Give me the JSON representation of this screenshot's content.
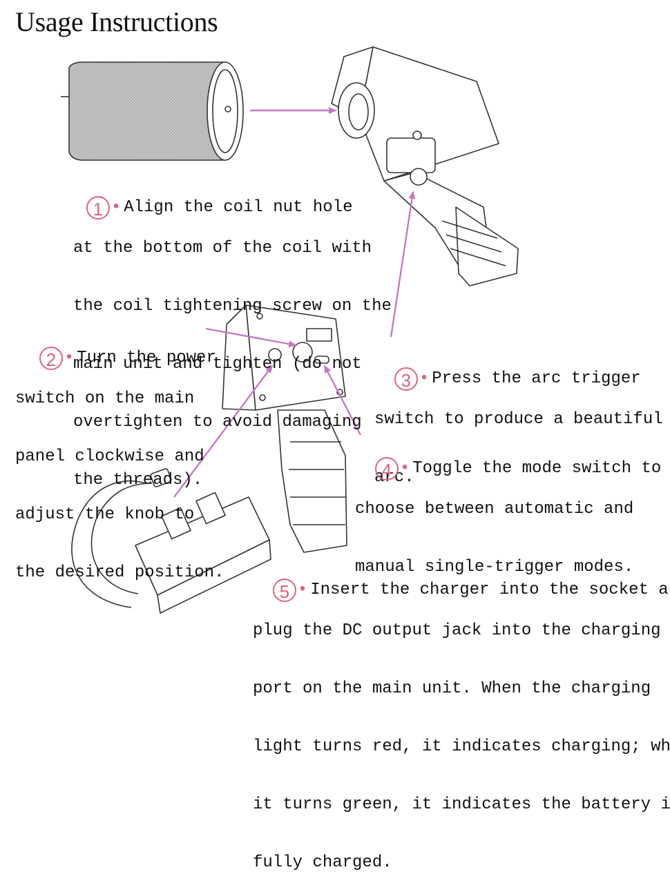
{
  "title": "Usage Instructions",
  "accent_color": "#c678c4",
  "number_color": "#d9647e",
  "steps": [
    {
      "number": "1",
      "lines": [
        "Align the coil nut hole",
        "at the bottom of the coil with",
        "the coil tightening screw on the",
        "main unit and tighten (do not",
        "overtighten to avoid damaging",
        "the threads)."
      ]
    },
    {
      "number": "2",
      "lines": [
        "Turn the power",
        "switch on the main",
        "panel clockwise and",
        "adjust the knob to",
        "the desired position."
      ]
    },
    {
      "number": "3",
      "lines": [
        "Press the arc trigger",
        "switch to produce a beautiful",
        "arc."
      ]
    },
    {
      "number": "4",
      "lines": [
        "Toggle the mode switch to",
        "choose between automatic and",
        "manual single-trigger modes."
      ]
    },
    {
      "number": "5",
      "lines": [
        "Insert the charger into the socket and",
        "plug the DC output jack into the charging",
        "port on the main unit. When the charging",
        "light turns red, it indicates charging; when",
        "it turns green, it indicates the battery is",
        "fully charged."
      ]
    }
  ]
}
